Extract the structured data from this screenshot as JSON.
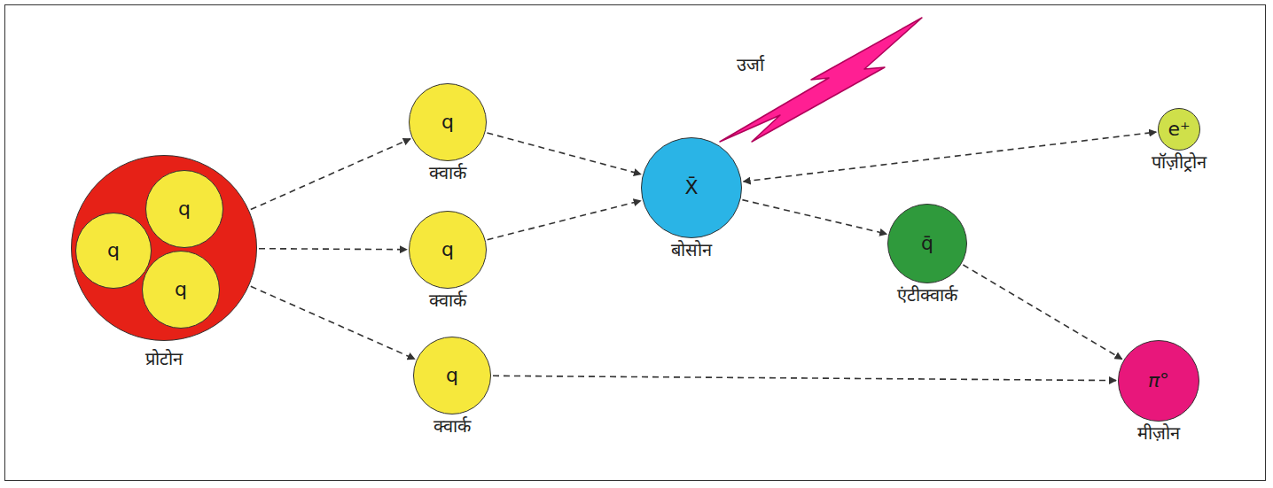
{
  "diagram": {
    "nodes": [
      {
        "text": [
          "प्रोटोन"
        ]
      },
      {
        "text": [
          "q"
        ],
        "in": 0
      },
      {
        "text": [
          "q"
        ],
        "in": 0
      },
      {
        "text": [
          "q"
        ],
        "in": 0
      },
      {
        "text": [
          "q",
          "क्वार्क"
        ]
      },
      {
        "text": [
          "q",
          "क्वार्क"
        ]
      },
      {
        "text": [
          "q",
          "क्वार्क"
        ]
      },
      {
        "text": [
          "X̄",
          "बोसोन"
        ]
      },
      {
        "text": [
          "e⁺",
          "पॉज़ीट्रोन"
        ]
      },
      {
        "text": [
          "q̄",
          "एंटीक्वार्क"
        ]
      },
      {
        "text": [
          "π°",
          "मीज़ोन"
        ]
      }
    ],
    "edges": [
      {
        "from": 0,
        "to": 4,
        "arrow": "to"
      },
      {
        "from": 0,
        "to": 5,
        "arrow": "to"
      },
      {
        "from": 0,
        "to": 6,
        "arrow": "to"
      },
      {
        "from": 4,
        "to": 7,
        "arrow": "to"
      },
      {
        "from": 5,
        "to": 7,
        "arrow": "to"
      },
      {
        "from": 7,
        "to": 8,
        "arrow": "both"
      },
      {
        "from": 7,
        "to": 9,
        "arrow": "to"
      },
      {
        "from": 9,
        "to": 10,
        "arrow": "to"
      },
      {
        "from": 6,
        "to": 10,
        "arrow": "to"
      }
    ],
    "labels": [
      "उर्जा"
    ]
  }
}
